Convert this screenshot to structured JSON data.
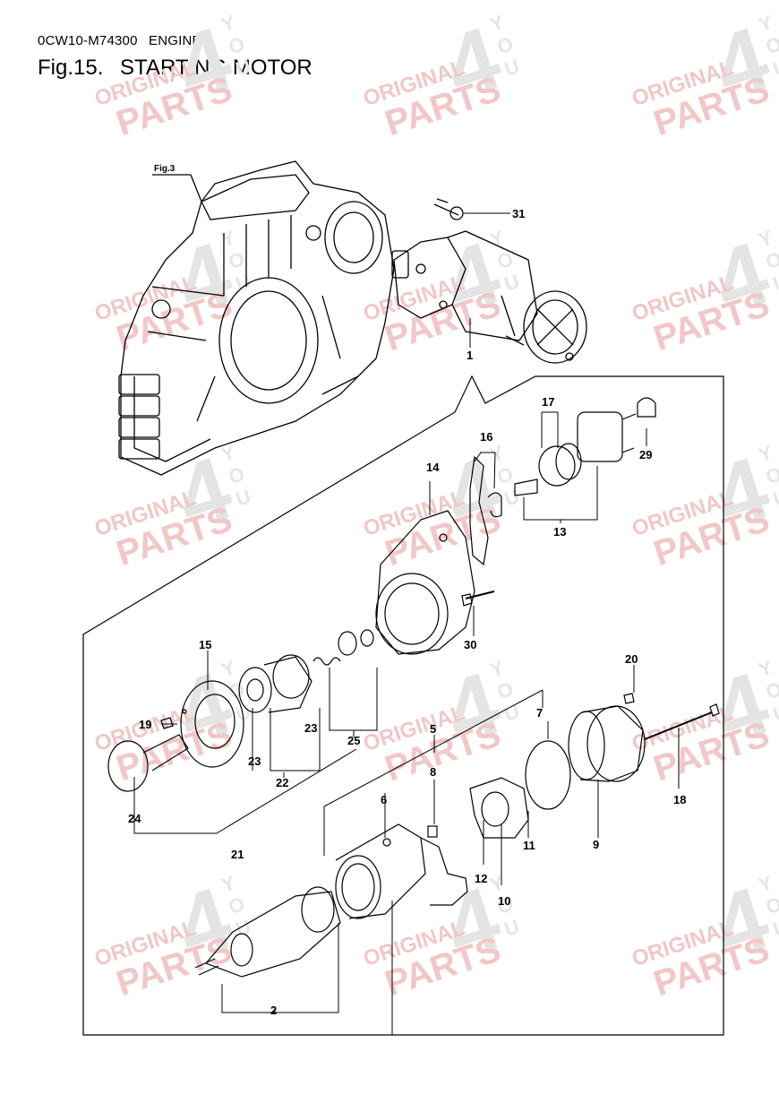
{
  "header": {
    "doc_code": "0CW10-M74300",
    "section": "ENGINE",
    "fig_number": "Fig.15.",
    "fig_title": "STARTING MOTOR"
  },
  "figure_reference": "Fig.3",
  "watermark": {
    "line1": "ORIGINAL",
    "line2": "PARTS",
    "big": "4",
    "you_letters": [
      "Y",
      "O",
      "U"
    ],
    "color": "#f2c7c7"
  },
  "callouts": [
    {
      "id": "c1",
      "label": "1"
    },
    {
      "id": "c2",
      "label": "2"
    },
    {
      "id": "c5",
      "label": "5"
    },
    {
      "id": "c6",
      "label": "6"
    },
    {
      "id": "c7",
      "label": "7"
    },
    {
      "id": "c8",
      "label": "8"
    },
    {
      "id": "c9",
      "label": "9"
    },
    {
      "id": "c10",
      "label": "10"
    },
    {
      "id": "c11",
      "label": "11"
    },
    {
      "id": "c12",
      "label": "12"
    },
    {
      "id": "c13",
      "label": "13"
    },
    {
      "id": "c14",
      "label": "14"
    },
    {
      "id": "c15",
      "label": "15"
    },
    {
      "id": "c16",
      "label": "16"
    },
    {
      "id": "c17",
      "label": "17"
    },
    {
      "id": "c18",
      "label": "18"
    },
    {
      "id": "c19",
      "label": "19"
    },
    {
      "id": "c20",
      "label": "20"
    },
    {
      "id": "c21",
      "label": "21"
    },
    {
      "id": "c22",
      "label": "22"
    },
    {
      "id": "c23a",
      "label": "23"
    },
    {
      "id": "c23b",
      "label": "23"
    },
    {
      "id": "c24",
      "label": "24"
    },
    {
      "id": "c25",
      "label": "25"
    },
    {
      "id": "c29",
      "label": "29"
    },
    {
      "id": "c30",
      "label": "30"
    },
    {
      "id": "c31",
      "label": "31"
    }
  ]
}
